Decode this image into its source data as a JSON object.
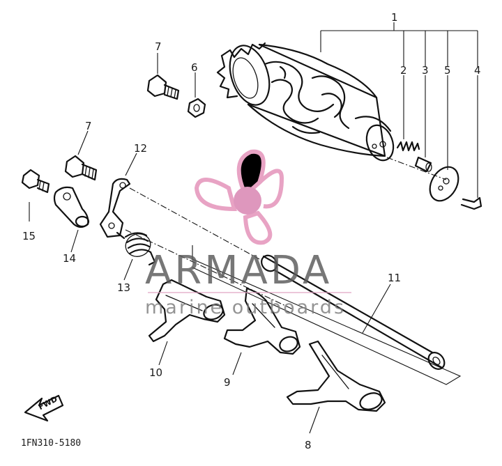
{
  "diagram": {
    "part_numbers": {
      "p1": "1",
      "p2": "2",
      "p3": "3",
      "p5": "5",
      "p4": "4",
      "p7a": "7",
      "p6": "6",
      "p7b": "7",
      "p12": "12",
      "p15": "15",
      "p14": "14",
      "p13": "13",
      "p11": "11",
      "p10": "10",
      "p9": "9",
      "p8": "8"
    },
    "direction_label": "FWD",
    "drawing_code": "1FN310-5180"
  },
  "watermark": {
    "brand": "ARMADA",
    "tagline": "marine outboards",
    "logo_color": "#e8a3c4",
    "logo_center_color": "#de97bd"
  }
}
